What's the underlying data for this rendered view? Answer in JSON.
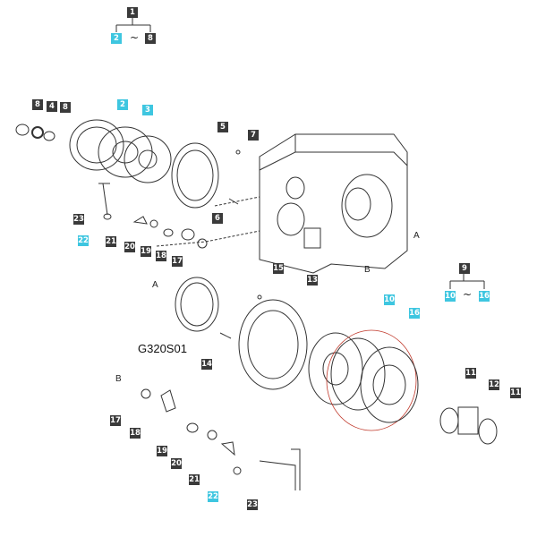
{
  "drawing_code": "G320S01",
  "refs": {
    "a": "A",
    "b": "B"
  },
  "groups": {
    "top": {
      "parent": "1",
      "from": "2",
      "to": "8",
      "tilde": "~"
    },
    "right": {
      "parent": "9",
      "from": "10",
      "to": "16",
      "tilde": "~"
    }
  },
  "callouts": {
    "c8a": "8",
    "c4": "4",
    "c8b": "8",
    "c2": "2",
    "c3": "3",
    "c5": "5",
    "c7": "7",
    "c6": "6",
    "c23a": "23",
    "c22a": "22",
    "c21a": "21",
    "c20a": "20",
    "c19a": "19",
    "c18a": "18",
    "c17a": "17",
    "c15": "15",
    "c13": "13",
    "c14": "14",
    "c10": "10",
    "c16": "16",
    "c11a": "11",
    "c12": "12",
    "c11b": "11",
    "c17b": "17",
    "c18b": "18",
    "c19b": "19",
    "c20b": "20",
    "c21b": "21",
    "c22b": "22",
    "c23b": "23"
  },
  "colors": {
    "label_dark": "#3a3a3a",
    "label_highlight": "#3ec6e0",
    "line": "#555555",
    "part": "#333333",
    "highlight_ring": "#c0392b"
  }
}
